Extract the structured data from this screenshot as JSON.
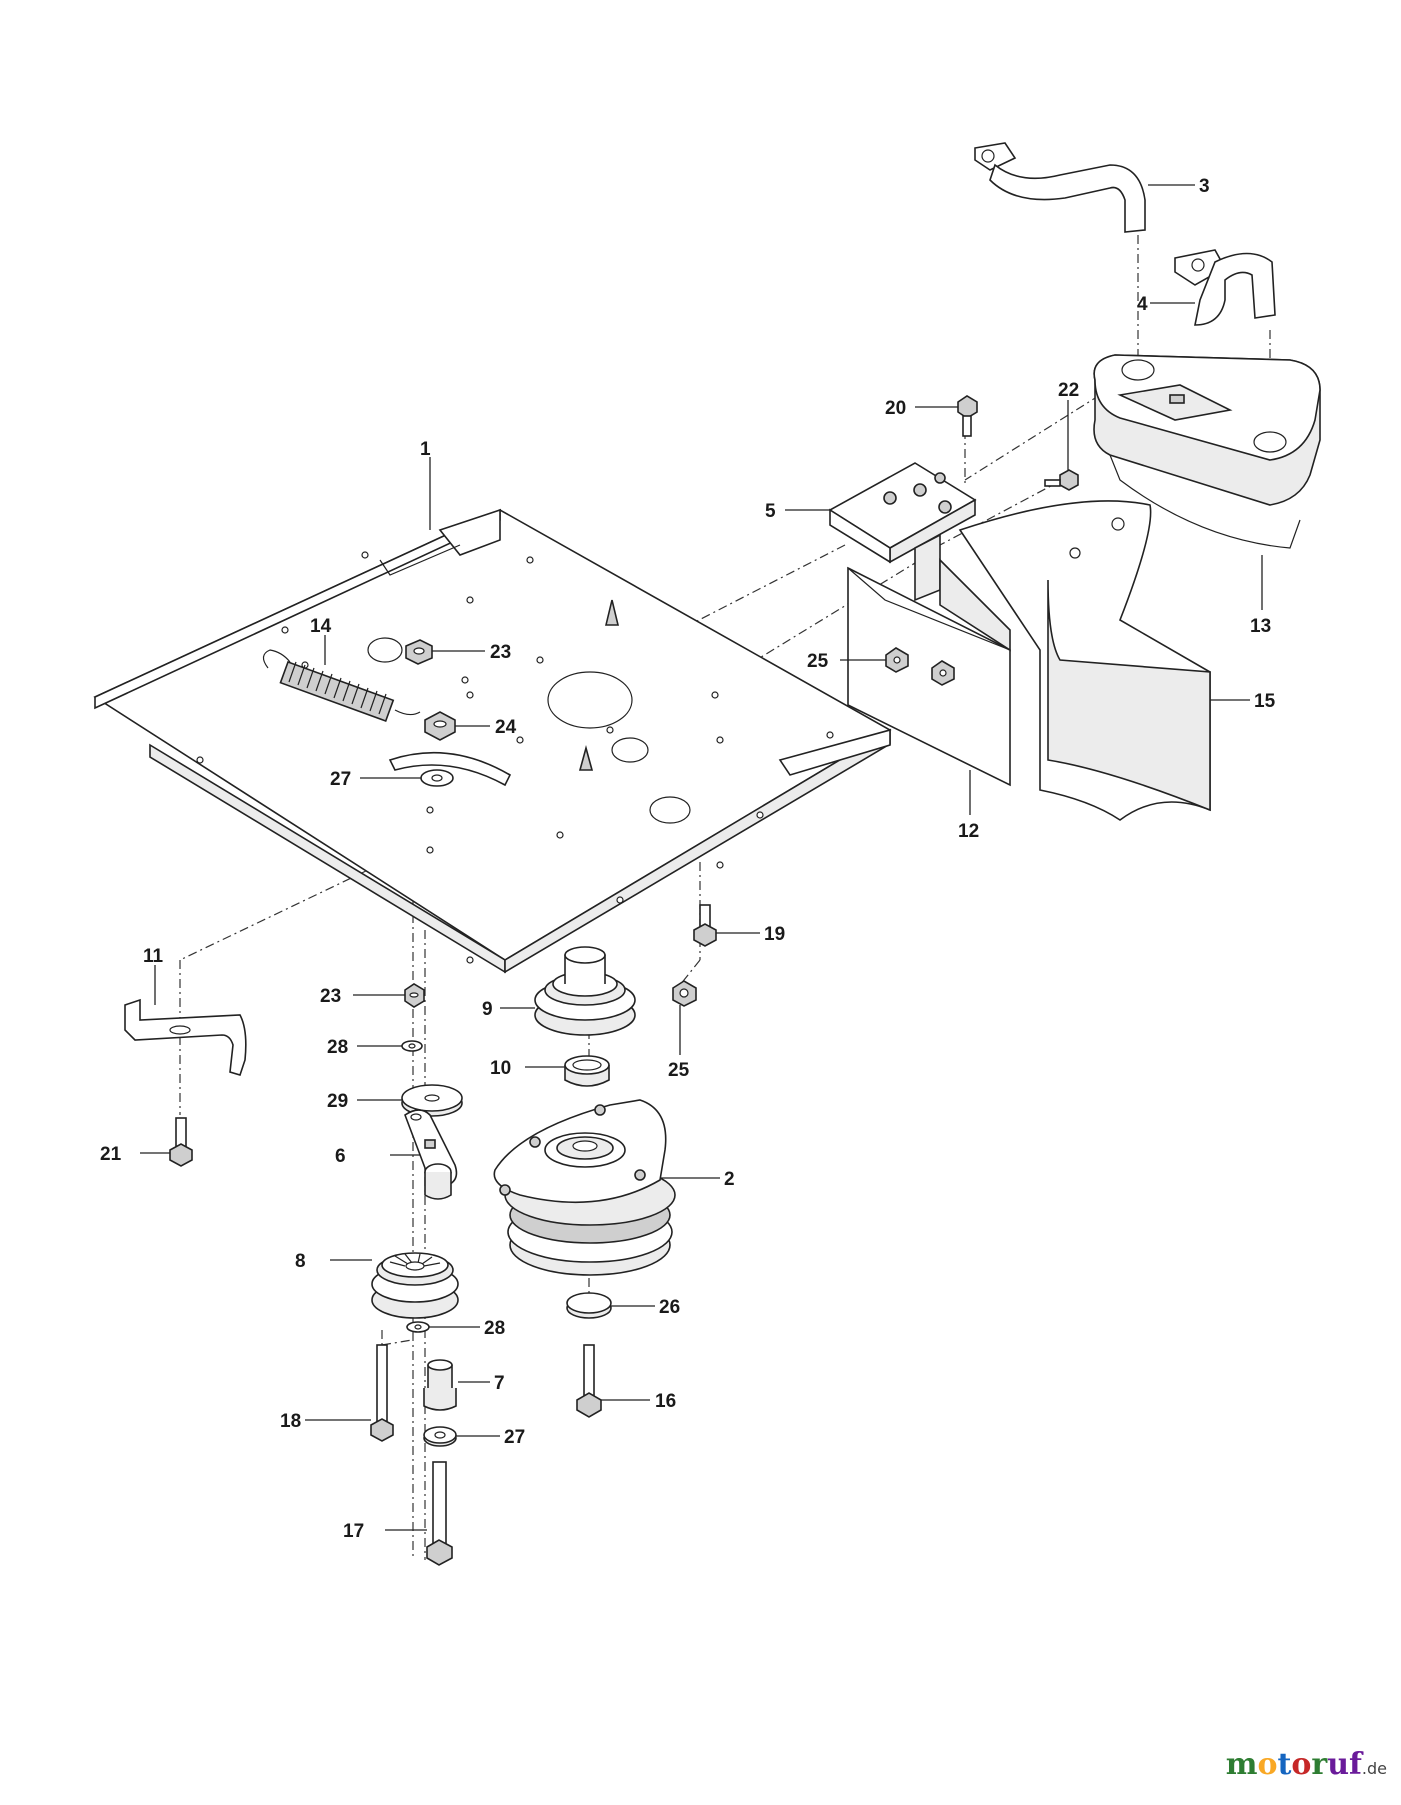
{
  "callouts": [
    {
      "id": "1",
      "text": "1"
    },
    {
      "id": "2",
      "text": "2"
    },
    {
      "id": "3",
      "text": "3"
    },
    {
      "id": "4",
      "text": "4"
    },
    {
      "id": "5",
      "text": "5"
    },
    {
      "id": "6",
      "text": "6"
    },
    {
      "id": "7",
      "text": "7"
    },
    {
      "id": "8",
      "text": "8"
    },
    {
      "id": "9",
      "text": "9"
    },
    {
      "id": "10",
      "text": "10"
    },
    {
      "id": "11",
      "text": "11"
    },
    {
      "id": "12",
      "text": "12"
    },
    {
      "id": "13",
      "text": "13"
    },
    {
      "id": "14",
      "text": "14"
    },
    {
      "id": "15",
      "text": "15"
    },
    {
      "id": "16",
      "text": "16"
    },
    {
      "id": "17",
      "text": "17"
    },
    {
      "id": "18",
      "text": "18"
    },
    {
      "id": "19",
      "text": "19"
    },
    {
      "id": "20",
      "text": "20"
    },
    {
      "id": "21",
      "text": "21"
    },
    {
      "id": "22",
      "text": "22"
    },
    {
      "id": "23a",
      "text": "23"
    },
    {
      "id": "23b",
      "text": "23"
    },
    {
      "id": "24",
      "text": "24"
    },
    {
      "id": "25a",
      "text": "25"
    },
    {
      "id": "25b",
      "text": "25"
    },
    {
      "id": "26",
      "text": "26"
    },
    {
      "id": "27a",
      "text": "27"
    },
    {
      "id": "27b",
      "text": "27"
    },
    {
      "id": "28a",
      "text": "28"
    },
    {
      "id": "28b",
      "text": "28"
    },
    {
      "id": "29",
      "text": "29"
    }
  ],
  "watermark": {
    "brand_parts": [
      "m",
      "o",
      "t",
      "o",
      "r",
      "uf"
    ],
    "tld": ".de"
  }
}
